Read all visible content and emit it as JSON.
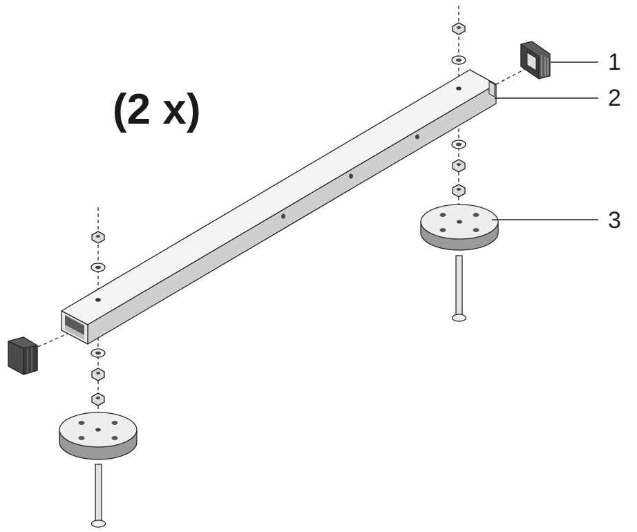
{
  "quantity_label": "(2 x)",
  "callouts": [
    {
      "number": "1",
      "part": "end-cap"
    },
    {
      "number": "2",
      "part": "square-tube"
    },
    {
      "number": "3",
      "part": "foot-plate-with-bolt"
    }
  ],
  "colors": {
    "line": "#222222",
    "light_face": "#f2f2f2",
    "mid_face": "#c9c9c9",
    "dark_face": "#6e6e6e",
    "cap": "#4a4a4a"
  }
}
